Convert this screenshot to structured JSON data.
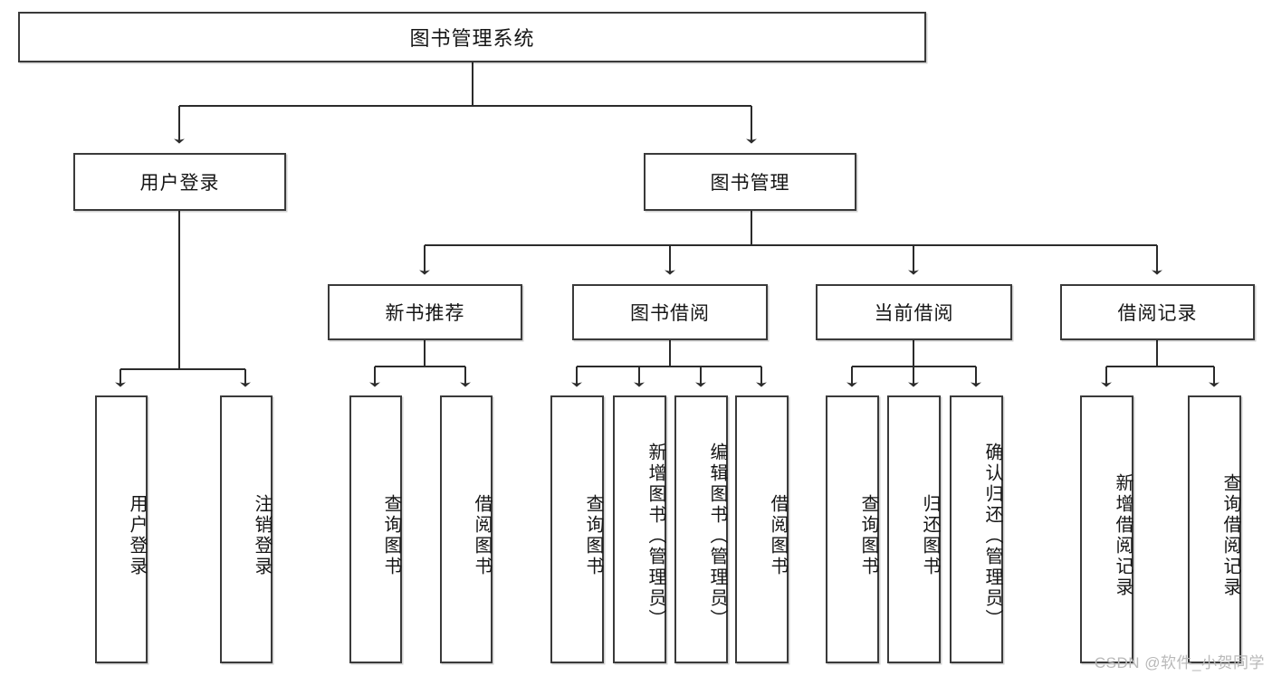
{
  "diagram": {
    "type": "tree-hierarchy-chart",
    "title_node": {
      "label": "图书管理系统"
    },
    "level2": [
      {
        "label": "用户登录"
      },
      {
        "label": "图书管理"
      }
    ],
    "level3": [
      {
        "label": "新书推荐"
      },
      {
        "label": "图书借阅"
      },
      {
        "label": "当前借阅"
      },
      {
        "label": "借阅记录"
      }
    ],
    "leaves": {
      "user_login": [
        {
          "label": "用户登录"
        },
        {
          "label": "注销登录"
        }
      ],
      "new_book_recommend": [
        {
          "label": "查询图书"
        },
        {
          "label": "借阅图书"
        }
      ],
      "book_borrow": [
        {
          "label": "查询图书"
        },
        {
          "label": "新增图书（管理员）"
        },
        {
          "label": "编辑图书（管理员）"
        },
        {
          "label": "借阅图书"
        }
      ],
      "current_borrow": [
        {
          "label": "查询图书"
        },
        {
          "label": "归还图书"
        },
        {
          "label": "确认归还（管理员）"
        }
      ],
      "borrow_records": [
        {
          "label": "新增借阅记录"
        },
        {
          "label": "查询借阅记录"
        }
      ]
    }
  },
  "watermark": {
    "text": "CSDN @软件_小贺同学"
  },
  "colors": {
    "box_border": "#3a3a3a",
    "box_fill": "#ffffff",
    "line": "#2b2b2b",
    "text": "#161616",
    "watermark": "#b9b9b9"
  }
}
